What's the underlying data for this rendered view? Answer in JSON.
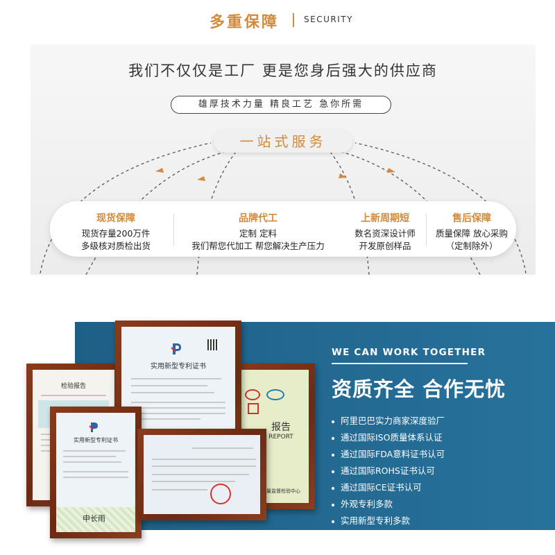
{
  "header": {
    "title_cn": "多重保障",
    "title_en": "SECURITY"
  },
  "intro": {
    "headline": "我们不仅仅是工厂  更是您身后强大的供应商",
    "slogan": "雄厚技术力量  精良工艺  急你所需",
    "service_label": "一站式服务"
  },
  "services": [
    {
      "title": "现货保障",
      "line1": "现货存量200万件",
      "line2": "多级核对质检出货"
    },
    {
      "title": "品牌代工",
      "line1": "定制  定料",
      "line2": "我们帮您代加工 帮您解决生产压力"
    },
    {
      "title": "上新周期短",
      "line1": "数名资深设计师",
      "line2": "开发原创样品"
    },
    {
      "title": "售后保障",
      "line1": "质量保障  放心采购",
      "line2": "（定制除外）"
    }
  ],
  "qualification": {
    "tagline_en": "WE CAN WORK TOGETHER",
    "headline_cn": "资质齐全 合作无忧",
    "bullets": [
      "阿里巴巴实力商家深度验厂",
      "通过国际ISO质量体系认证",
      "通过国际FDA意料证书认可",
      "通过国际ROHS证书认可",
      "通过国际CE证书认可",
      "外观专利多款",
      "实用新型专利多款"
    ]
  },
  "certificates": {
    "utility_patent_title": "实用新型专利证书",
    "inspection_report_title": "检验报告",
    "report_cn": "报告",
    "report_en": "REPORT",
    "report_footer": "质量监督检验中心",
    "signature": "申长雨"
  },
  "colors": {
    "accent": "#d28a3c",
    "blue_panel": "#24698f",
    "frame_wood": "#7a3318"
  }
}
